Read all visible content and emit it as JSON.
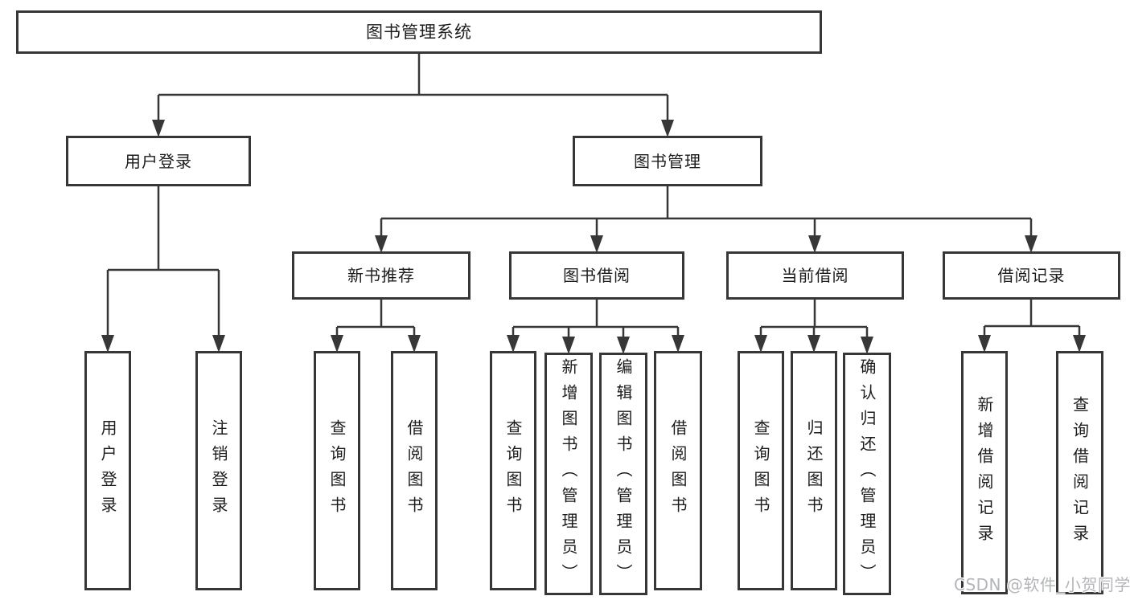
{
  "diagram": {
    "title": "图书管理系统",
    "nodes": [
      {
        "id": "root",
        "label": "图书管理系统",
        "level": 1
      },
      {
        "id": "user-login",
        "label": "用户登录",
        "level": 2
      },
      {
        "id": "book-mgmt",
        "label": "图书管理",
        "level": 2
      },
      {
        "id": "new-book-rec",
        "label": "新书推荐",
        "level": 3
      },
      {
        "id": "book-borrow",
        "label": "图书借阅",
        "level": 3
      },
      {
        "id": "current-borrow",
        "label": "当前借阅",
        "level": 3
      },
      {
        "id": "borrow-record",
        "label": "借阅记录",
        "level": 3
      },
      {
        "id": "v-user-login",
        "label": "用户登录",
        "level": 4
      },
      {
        "id": "v-logout",
        "label": "注销登录",
        "level": 4
      },
      {
        "id": "v-query-book-1",
        "label": "查询图书",
        "level": 4
      },
      {
        "id": "v-borrow-book-1",
        "label": "借阅图书",
        "level": 4
      },
      {
        "id": "v-query-book-2",
        "label": "查询图书",
        "level": 4
      },
      {
        "id": "v-add-book",
        "label": "新增图书（管理员）",
        "level": 4
      },
      {
        "id": "v-edit-book",
        "label": "编辑图书（管理员）",
        "level": 4
      },
      {
        "id": "v-borrow-book-2",
        "label": "借阅图书",
        "level": 4
      },
      {
        "id": "v-query-book-3",
        "label": "查询图书",
        "level": 4
      },
      {
        "id": "v-return-book",
        "label": "归还图书",
        "level": 4
      },
      {
        "id": "v-confirm-return",
        "label": "确认归还（管理员）",
        "level": 4
      },
      {
        "id": "v-add-borrow-record",
        "label": "新增借阅记录",
        "level": 4
      },
      {
        "id": "v-query-borrow-record",
        "label": "查询借阅记录",
        "level": 4
      }
    ],
    "edges": [
      {
        "from": "root",
        "to": "user-login"
      },
      {
        "from": "root",
        "to": "book-mgmt"
      },
      {
        "from": "user-login",
        "to": "v-user-login"
      },
      {
        "from": "user-login",
        "to": "v-logout"
      },
      {
        "from": "book-mgmt",
        "to": "new-book-rec"
      },
      {
        "from": "book-mgmt",
        "to": "book-borrow"
      },
      {
        "from": "book-mgmt",
        "to": "current-borrow"
      },
      {
        "from": "book-mgmt",
        "to": "borrow-record"
      },
      {
        "from": "new-book-rec",
        "to": "v-query-book-1"
      },
      {
        "from": "new-book-rec",
        "to": "v-borrow-book-1"
      },
      {
        "from": "book-borrow",
        "to": "v-query-book-2"
      },
      {
        "from": "book-borrow",
        "to": "v-add-book"
      },
      {
        "from": "book-borrow",
        "to": "v-edit-book"
      },
      {
        "from": "book-borrow",
        "to": "v-borrow-book-2"
      },
      {
        "from": "current-borrow",
        "to": "v-query-book-3"
      },
      {
        "from": "current-borrow",
        "to": "v-return-book"
      },
      {
        "from": "current-borrow",
        "to": "v-confirm-return"
      },
      {
        "from": "borrow-record",
        "to": "v-add-borrow-record"
      },
      {
        "from": "borrow-record",
        "to": "v-query-borrow-record"
      }
    ],
    "colors": {
      "line": "#373737",
      "text": "#1c1c1c",
      "background": "#ffffff",
      "watermark": "#b3b5b8"
    }
  },
  "watermark": {
    "text": "CSDN @软件_小贺同学"
  }
}
